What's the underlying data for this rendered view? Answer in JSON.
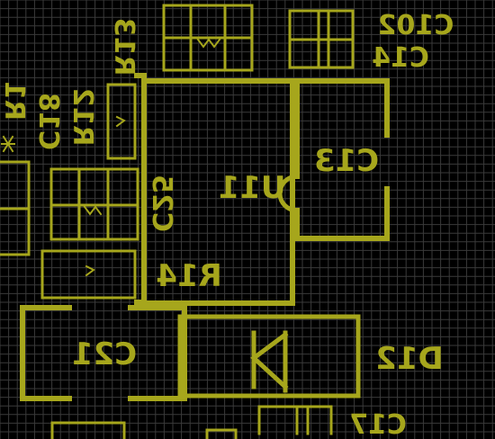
{
  "board": {
    "background": "#000000",
    "grid_color": "#3a3a3a",
    "silkscreen_color": "#a6a61c",
    "mirrored": true,
    "view": "bottom side silkscreen"
  },
  "designators": {
    "u11": "U11",
    "c13": "C13",
    "c21": "C21",
    "d12": "D12",
    "r14": "R14",
    "c25": "C25",
    "c102": "C102",
    "c14": "C14",
    "c17": "C17",
    "c18": "C18",
    "r13": "R13",
    "r12": "R12",
    "r1": "R1"
  }
}
